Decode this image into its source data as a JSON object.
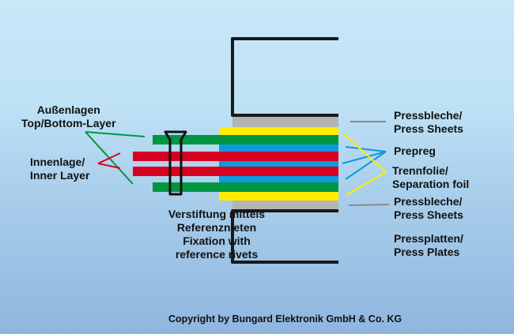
{
  "diagram": {
    "title": "PCB multilayer press stack",
    "colors": {
      "press_plate_outline": "#1a1a1a",
      "press_sheet": "#b4b4b4",
      "separation_foil": "#ffec00",
      "outer_layer": "#009640",
      "prepreg": "#0a9be0",
      "inner_layer": "#d8001f",
      "rivet_outline": "#111111",
      "callout_gray": "#8a8a8a"
    },
    "labels": {
      "outer_layers": [
        "Außenlagen",
        "Top/Bottom-Layer"
      ],
      "inner_layer": [
        "Innenlage/",
        "Inner Layer"
      ],
      "rivets": [
        "Verstiftung mittels",
        "Referenznieten",
        "Fixation with",
        "reference rivets"
      ],
      "press_sheets_top": [
        "Pressbleche/",
        "Press Sheets"
      ],
      "prepreg": [
        "Prepreg"
      ],
      "separation_foil": [
        "Trennfolie/",
        "Separation foil"
      ],
      "press_sheets_bottom": [
        "Pressbleche/",
        "Press Sheets"
      ],
      "press_plates": [
        "Pressplatten/",
        "Press Plates"
      ]
    },
    "copyright": "Copyright by Bungard Elektronik GmbH & Co. KG"
  }
}
